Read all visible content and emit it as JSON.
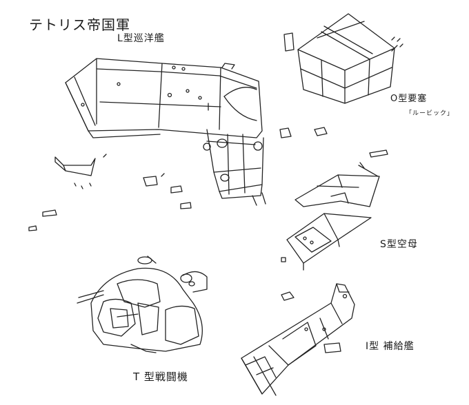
{
  "title": "テトリス帝国軍",
  "ships": [
    {
      "label": "L型巡洋艦"
    },
    {
      "label": "O型要塞",
      "sublabel": "「ルービック」"
    },
    {
      "label": "S型空母"
    },
    {
      "label": "T 型戦闘機"
    },
    {
      "label": "I型 補給艦"
    }
  ]
}
